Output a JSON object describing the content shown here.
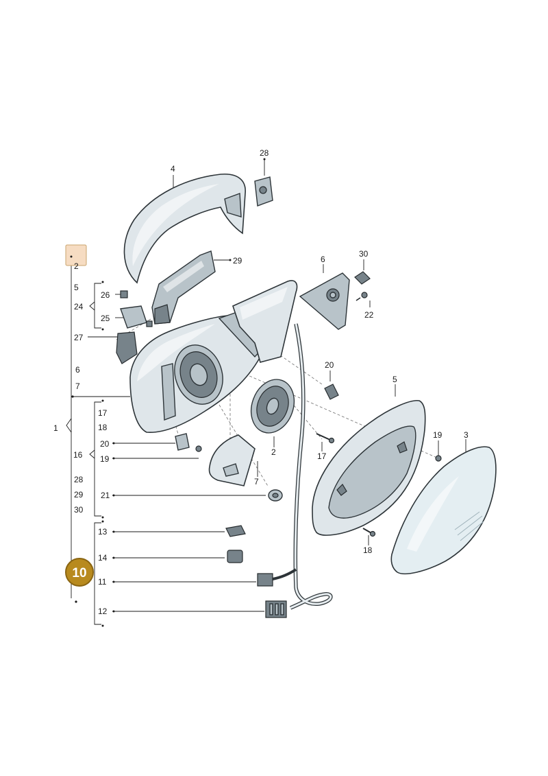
{
  "callouts": [
    {
      "id": "p2a",
      "text": "2"
    },
    {
      "id": "p5a",
      "text": "5"
    },
    {
      "id": "p24",
      "text": "24"
    },
    {
      "id": "p26",
      "text": "26"
    },
    {
      "id": "p25",
      "text": "25"
    },
    {
      "id": "p27",
      "text": "27"
    },
    {
      "id": "p6a",
      "text": "6"
    },
    {
      "id": "p7a",
      "text": "7"
    },
    {
      "id": "p1",
      "text": "1"
    },
    {
      "id": "p17a",
      "text": "17"
    },
    {
      "id": "p18a",
      "text": "18"
    },
    {
      "id": "p16",
      "text": "16"
    },
    {
      "id": "p20a",
      "text": "20"
    },
    {
      "id": "p19a",
      "text": "19"
    },
    {
      "id": "p28a",
      "text": "28"
    },
    {
      "id": "p29a",
      "text": "29"
    },
    {
      "id": "p30a",
      "text": "30"
    },
    {
      "id": "p21",
      "text": "21"
    },
    {
      "id": "p13",
      "text": "13"
    },
    {
      "id": "p14",
      "text": "14"
    },
    {
      "id": "p11",
      "text": "11"
    },
    {
      "id": "p12",
      "text": "12"
    },
    {
      "id": "p4",
      "text": "4"
    },
    {
      "id": "p28b",
      "text": "28"
    },
    {
      "id": "p29b",
      "text": "29"
    },
    {
      "id": "p6b",
      "text": "6"
    },
    {
      "id": "p30b",
      "text": "30"
    },
    {
      "id": "p22",
      "text": "22"
    },
    {
      "id": "p20b",
      "text": "20"
    },
    {
      "id": "p5b",
      "text": "5"
    },
    {
      "id": "p19b",
      "text": "19"
    },
    {
      "id": "p3",
      "text": "3"
    },
    {
      "id": "p2b",
      "text": "2"
    },
    {
      "id": "p17b",
      "text": "17"
    },
    {
      "id": "p7b",
      "text": "7"
    },
    {
      "id": "p18b",
      "text": "18"
    }
  ],
  "highlight_badge": {
    "text": "10",
    "color": "#b88a1e",
    "border": "#8a6512"
  },
  "marker_square": {
    "color": "#f6dcc2",
    "border": "#c9a46e"
  }
}
